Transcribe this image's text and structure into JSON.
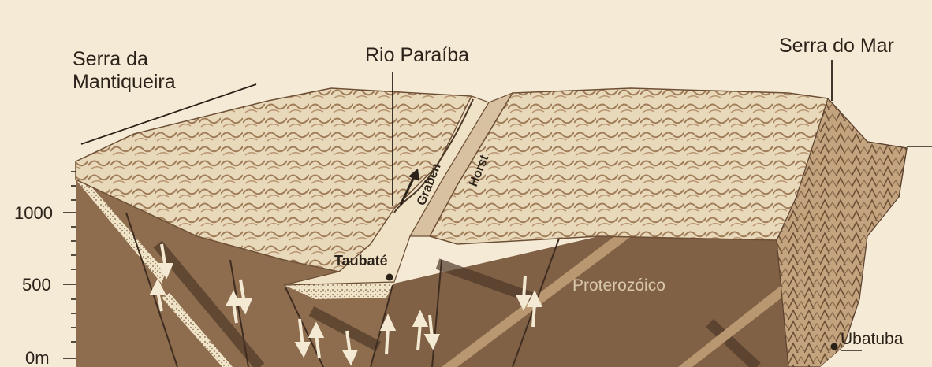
{
  "labels": {
    "serra_mantiqueira_line1": "Serra da",
    "serra_mantiqueira_line2": "Mantiqueira",
    "rio_paraiba": "Rio Paraíba",
    "serra_do_mar": "Serra do Mar",
    "graben": "Graben",
    "horst": "Horst",
    "taubate": "Taubaté",
    "proterozoico": "Proterozóico",
    "ubatuba": "Ubatuba"
  },
  "elevation_axis": {
    "ticks": [
      "1000",
      "500",
      "0m"
    ]
  },
  "colors": {
    "background": "#f5ead6",
    "surface": "#e8d7b8",
    "surface_shade": "#9a7651",
    "rock": "#8e6c4e",
    "rock_dark": "#5a4130",
    "sediment": "#efe3c8",
    "ink": "#2b2219"
  }
}
